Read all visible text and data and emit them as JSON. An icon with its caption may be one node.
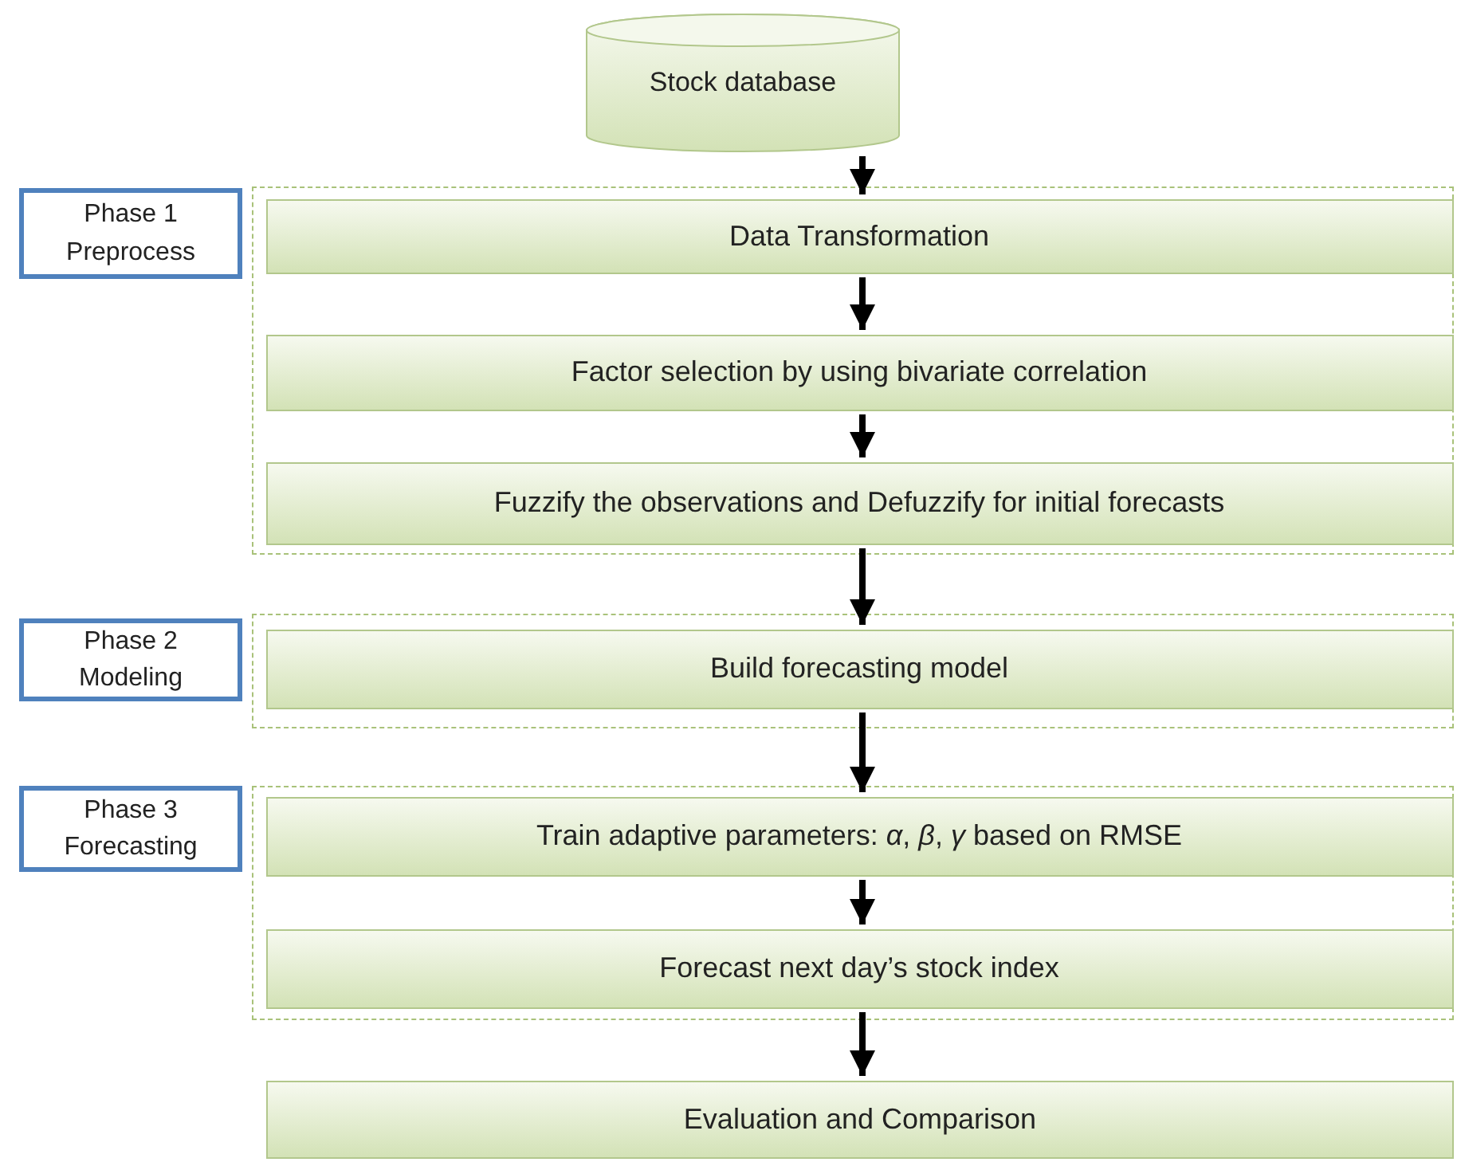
{
  "diagram": {
    "nodes": [
      {
        "text": [
          "Stock database"
        ]
      },
      {
        "text": [
          "Phase 1 Preprocess"
        ]
      },
      {
        "text": [],
        "shape": "box"
      },
      {
        "text": [
          "Data Transformation"
        ],
        "in": 2
      },
      {
        "text": [
          "Factor selection by using bivariate correlation"
        ],
        "in": 2
      },
      {
        "text": [
          "Fuzzify the observations and Defuzzify for initial forecasts"
        ],
        "in": 2
      },
      {
        "text": [
          "Phase 2 Modeling"
        ]
      },
      {
        "text": [],
        "shape": "box"
      },
      {
        "text": [
          "Build forecasting model"
        ],
        "in": 7
      },
      {
        "text": [
          "Phase 3 Forecasting"
        ]
      },
      {
        "text": [],
        "shape": "box"
      },
      {
        "text": [
          "Train adaptive parameters: *α*, *β*, *γ*  based on RMSE"
        ],
        "in": 10
      },
      {
        "text": [
          "Forecast next day’s stock index"
        ],
        "in": 10
      },
      {
        "text": [
          "Evaluation and Comparison"
        ]
      }
    ],
    "edges": [
      {
        "from": 0,
        "to": 3,
        "arrow": "to"
      },
      {
        "from": 3,
        "to": 4,
        "arrow": "to"
      },
      {
        "from": 4,
        "to": 5,
        "arrow": "to"
      },
      {
        "from": 5,
        "to": 8,
        "arrow": "to"
      },
      {
        "from": 8,
        "to": 11,
        "arrow": "to"
      },
      {
        "from": 11,
        "to": 12,
        "arrow": "to"
      },
      {
        "from": 12,
        "to": 13,
        "arrow": "to"
      }
    ]
  }
}
